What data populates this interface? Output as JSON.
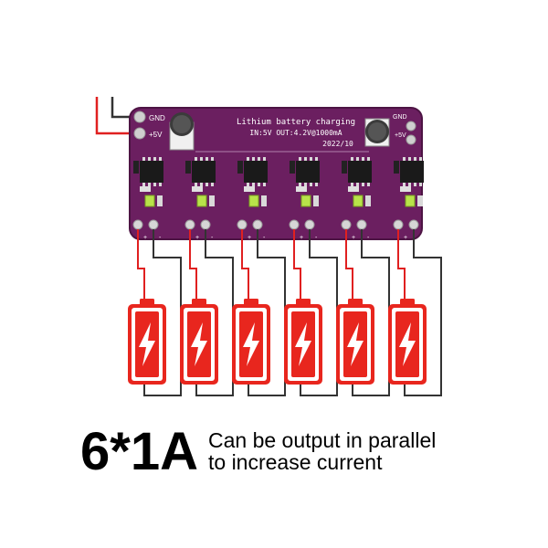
{
  "board": {
    "title": "Lithium battery charging",
    "spec": "IN:5V OUT:4.2V@1000mA",
    "date": "2022/10",
    "gnd_label_left": "GND",
    "vin_label_left": "+5V",
    "gnd_label_right": "GND",
    "vin_label_right": "+5V",
    "channel_count": 6,
    "pad_plus": "+",
    "pad_minus": "-"
  },
  "caption": {
    "headline": "6*1A",
    "line1": "Can be output in parallel",
    "line2": "to increase current"
  },
  "colors": {
    "board": "#6b1f60",
    "wire_red": "#e02020",
    "wire_black": "#333333",
    "battery_red": "#e8261e",
    "led_green": "#b8e34a"
  },
  "icons": [
    "lightning-bolt-icon",
    "capacitor-icon",
    "chip-icon",
    "led-icon"
  ]
}
